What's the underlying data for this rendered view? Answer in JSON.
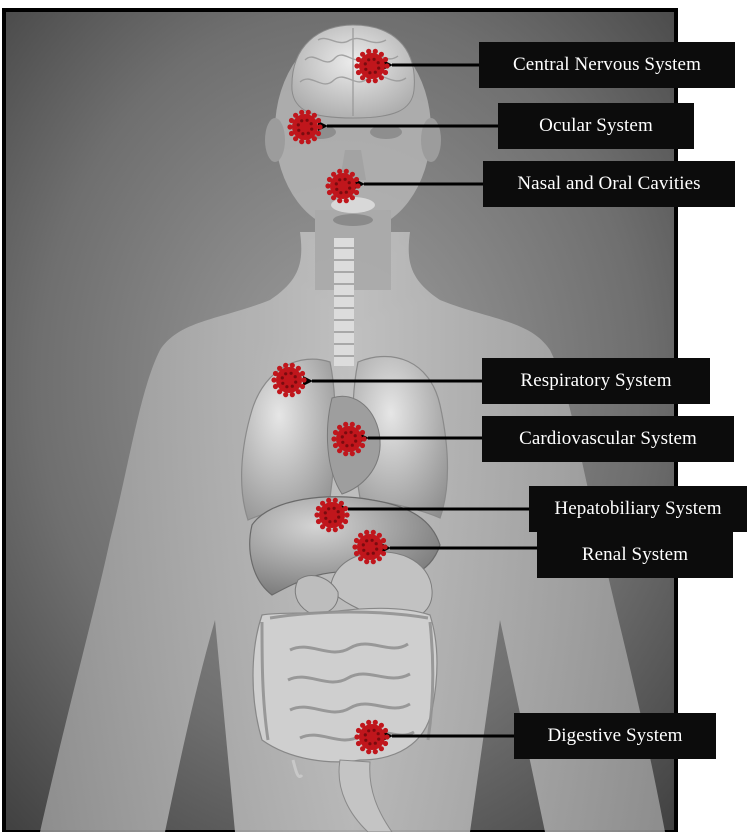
{
  "colors": {
    "virus": "#c0161c",
    "label_bg": "#0c0c0c",
    "label_text": "#ffffff",
    "arrow": "#000000"
  },
  "labels": [
    {
      "id": "cns",
      "text": "Central Nervous System"
    },
    {
      "id": "ocular",
      "text": "Ocular System"
    },
    {
      "id": "nasal",
      "text": "Nasal and Oral Cavities"
    },
    {
      "id": "respiratory",
      "text": "Respiratory System"
    },
    {
      "id": "cardio",
      "text": "Cardiovascular System"
    },
    {
      "id": "hepato",
      "text": "Hepatobiliary System"
    },
    {
      "id": "renal",
      "text": "Renal System"
    },
    {
      "id": "digestive",
      "text": "Digestive System"
    }
  ]
}
